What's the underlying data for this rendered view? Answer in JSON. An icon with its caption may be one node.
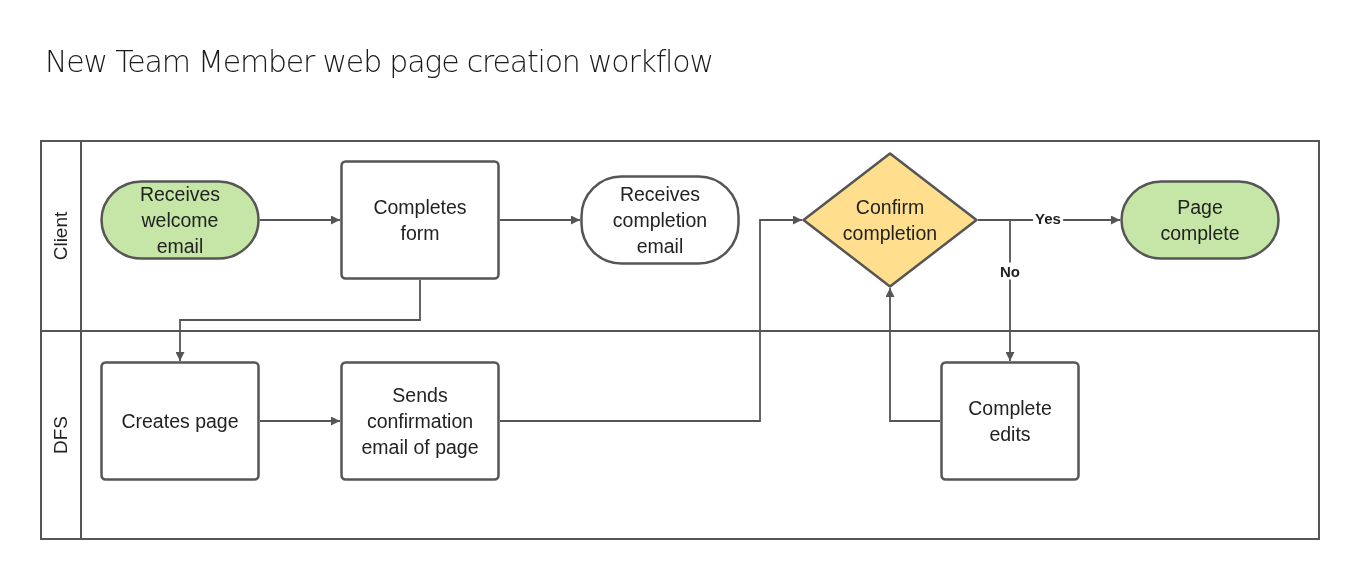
{
  "diagram": {
    "title": "New Team Member web page creation workflow",
    "nodes": [
      {
        "text": [
          "Client"
        ]
      },
      {
        "text": [
          "DFS"
        ]
      },
      {
        "text": [
          "Receives welcome email"
        ],
        "in": 0
      },
      {
        "text": [
          "Completes form"
        ],
        "in": 0
      },
      {
        "text": [
          "Receives completion email"
        ],
        "in": 0
      },
      {
        "text": [
          "Confirm completion"
        ],
        "in": 0
      },
      {
        "text": [
          "Page complete"
        ],
        "in": 0
      },
      {
        "text": [
          "Creates page"
        ],
        "in": 1
      },
      {
        "text": [
          "Sends confirmation email of page"
        ],
        "in": 1
      },
      {
        "text": [
          "Complete edits"
        ],
        "in": 1
      }
    ],
    "edges": [
      {
        "from": 2,
        "to": 3,
        "arrow": "to"
      },
      {
        "from": 3,
        "to": 4,
        "arrow": "to"
      },
      {
        "from": 3,
        "to": 7,
        "arrow": "to"
      },
      {
        "from": 7,
        "to": 8,
        "arrow": "to"
      },
      {
        "from": 8,
        "to": 5,
        "arrow": "to"
      },
      {
        "from": 5,
        "to": 6,
        "arrow": "to",
        "label": "Yes"
      },
      {
        "from": 5,
        "to": 9,
        "arrow": "to",
        "label": "No"
      },
      {
        "from": 9,
        "to": 5,
        "arrow": "to"
      }
    ]
  }
}
